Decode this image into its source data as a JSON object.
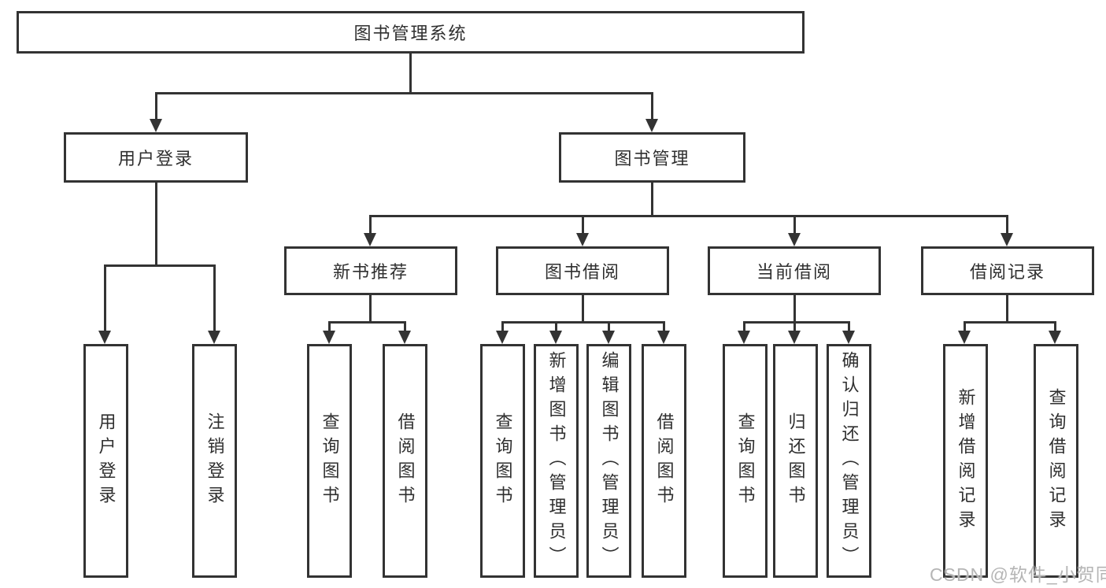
{
  "nodes": {
    "root": "图书管理系统",
    "user_login": "用户登录",
    "book_mgmt": "图书管理",
    "new_books": "新书推荐",
    "book_borrow": "图书借阅",
    "current_borrow": "当前借阅",
    "borrow_records": "借阅记录",
    "leaf_user_login": "用户登录",
    "leaf_logout": "注销登录",
    "leaf_nb_query": "查询图书",
    "leaf_nb_borrow": "借阅图书",
    "leaf_bb_query": "查询图书",
    "leaf_bb_add": "新增图书（管理员）",
    "leaf_bb_edit": "编辑图书（管理员）",
    "leaf_bb_borrow": "借阅图书",
    "leaf_cb_query": "查询图书",
    "leaf_cb_return": "归还图书",
    "leaf_cb_confirm": "确认归还（管理员）",
    "leaf_br_add": "新增借阅记录",
    "leaf_br_query": "查询借阅记录"
  },
  "watermark": "CSDN @软件_小贺同学",
  "colors": {
    "line": "#333333",
    "text": "#2f2f2f",
    "watermark": "#b5b5b5",
    "background": "#ffffff"
  }
}
